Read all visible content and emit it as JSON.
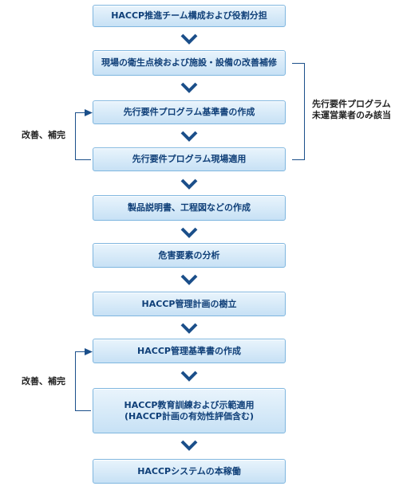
{
  "steps": [
    "HACCP推進チーム構成および役割分担",
    "現場の衛生点検および施設・設備の改善補修",
    "先行要件プログラム基準書の作成",
    "先行要件プログラム現場適用",
    "製品説明書、工程図などの作成",
    "危害要素の分析",
    "HACCP管理計画の樹立",
    "HACCP管理基準書の作成",
    "HACCP教育訓練および示範適用\n(HACCP計画の有効性評価含む)",
    "HACCPシステムの本稼働"
  ],
  "labels": {
    "revise_1": "改善、補完",
    "revise_2": "改善、補完",
    "prereq_note_line1": "先行要件プログラム",
    "prereq_note_line2": "未運営業者のみ該当"
  },
  "colors": {
    "box_border": "#7fb6df",
    "box_fill_top": "#e9f4fc",
    "box_fill_bottom": "#c7e1f5",
    "box_text": "#0f3f78",
    "arrow": "#1b4f8a",
    "bracket": "#1b4f8a"
  }
}
